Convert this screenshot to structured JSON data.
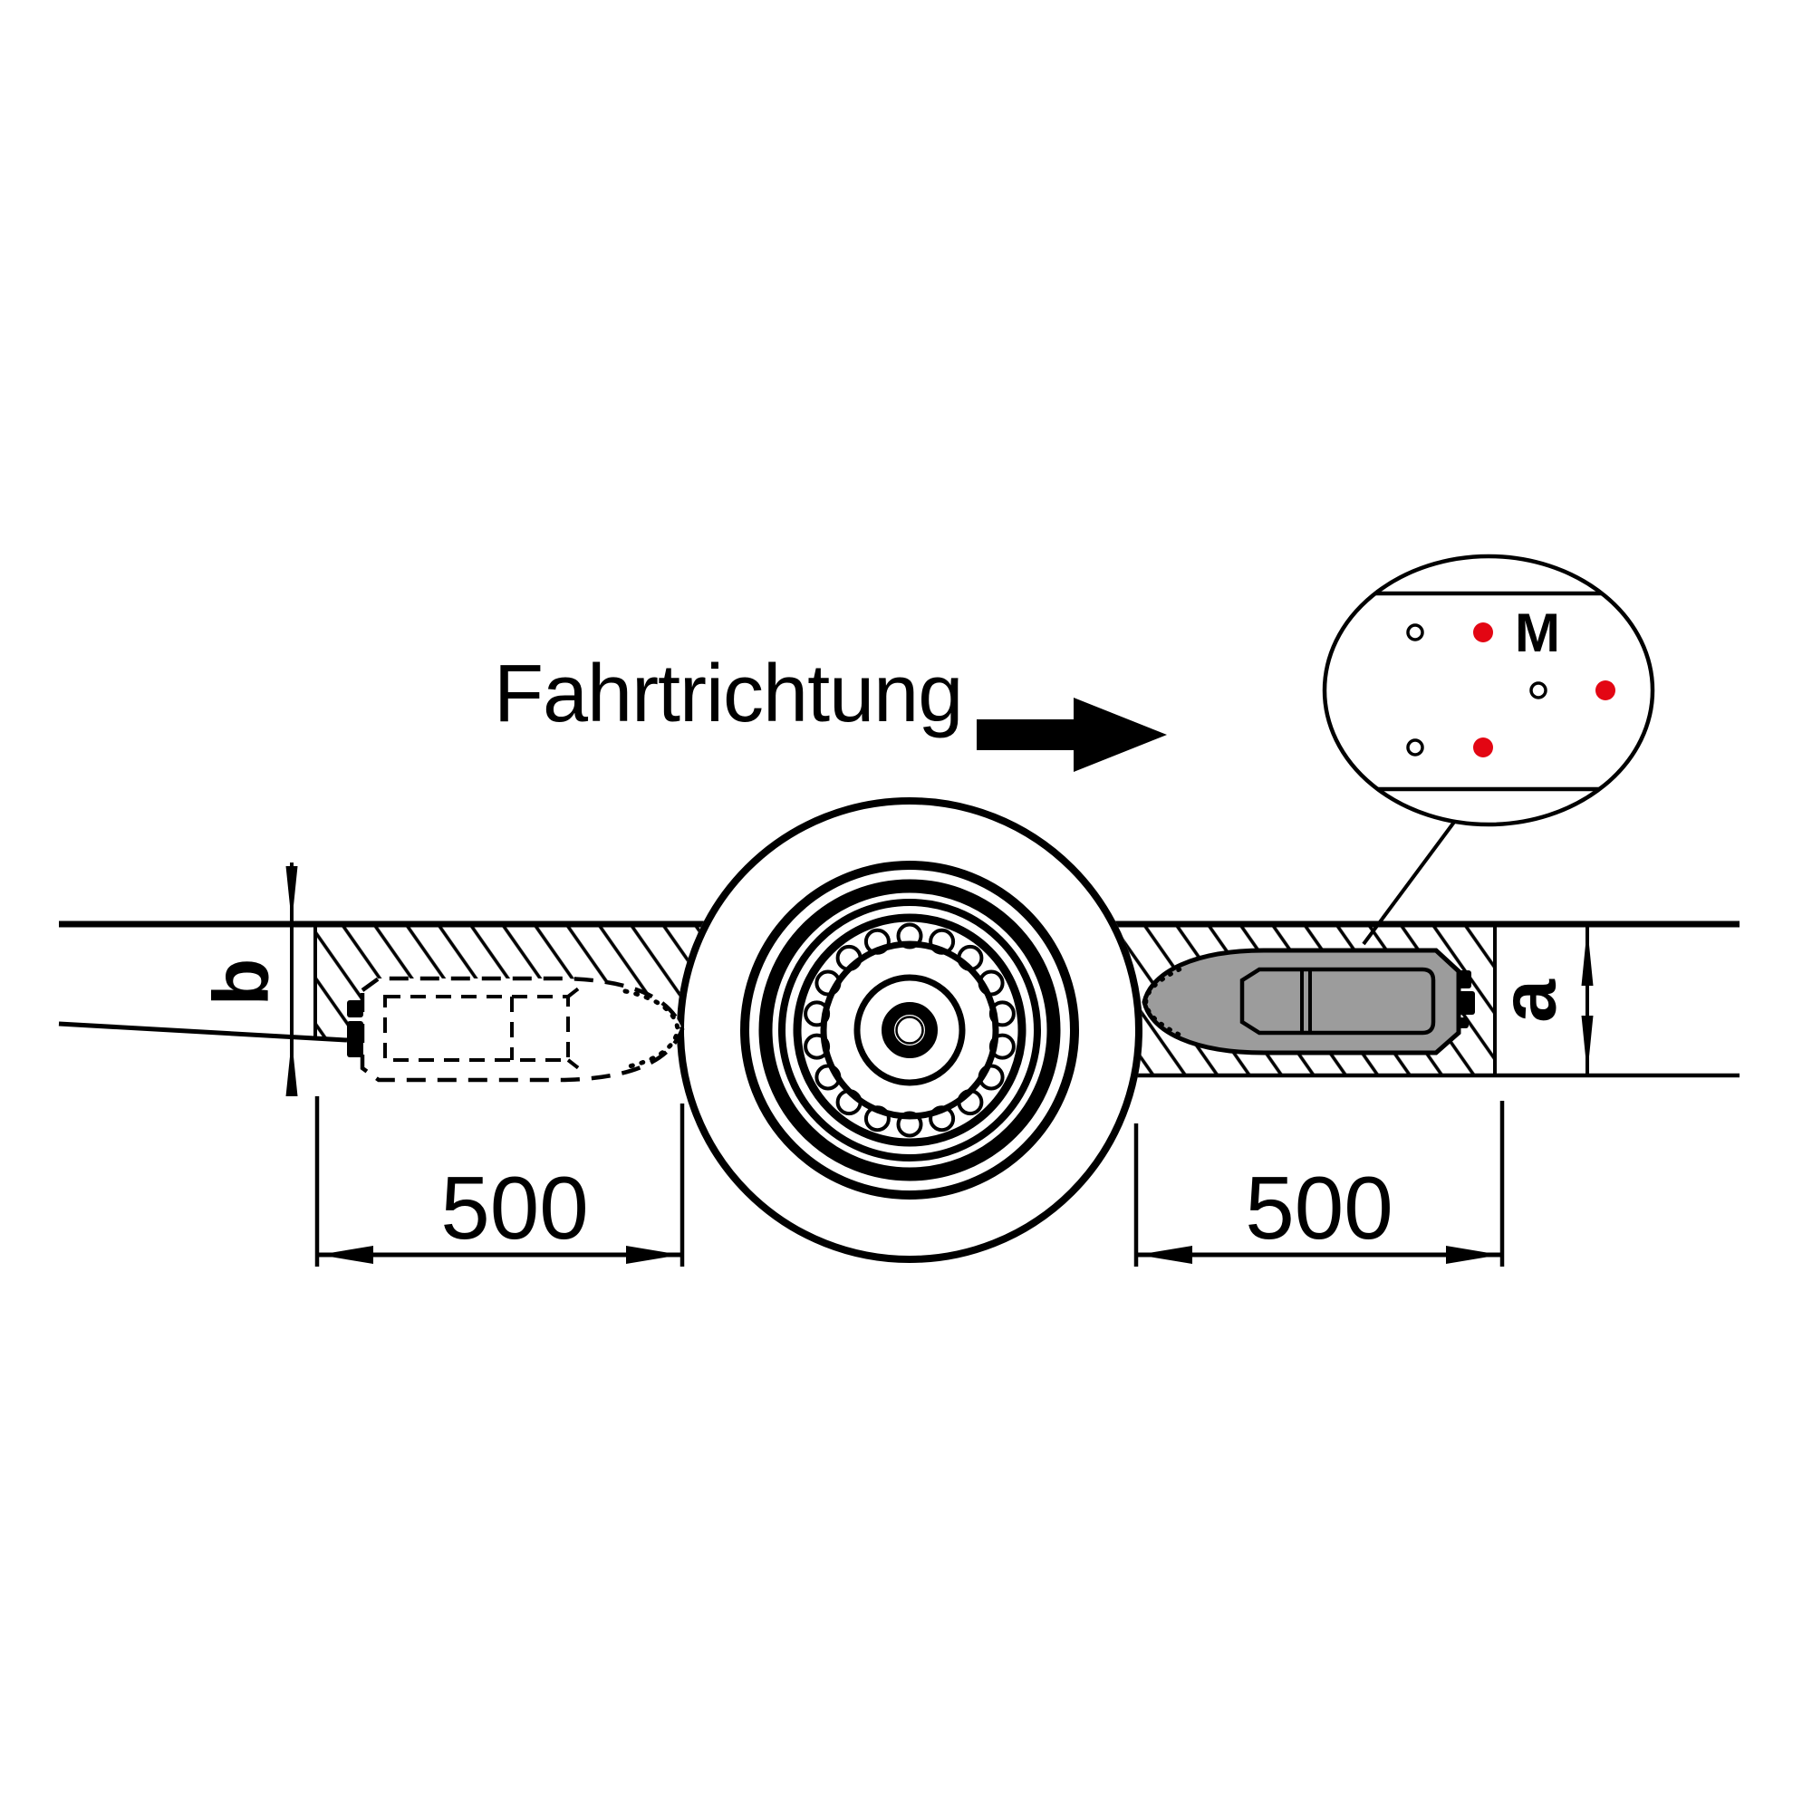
{
  "labels": {
    "direction": "Fahrtrichtung",
    "dim_left": "500",
    "dim_right": "500",
    "width_right": "a",
    "width_left": "b",
    "marker": "M"
  },
  "colors": {
    "ink": "#000000",
    "background": "#ffffff",
    "red": "#e30613",
    "sensor_gray": "#9c9c9c"
  },
  "detail_view": {
    "marker_label": "M",
    "open_dots": 3,
    "red_dots": 3
  },
  "icons": {
    "direction_arrow": "right-arrow"
  }
}
